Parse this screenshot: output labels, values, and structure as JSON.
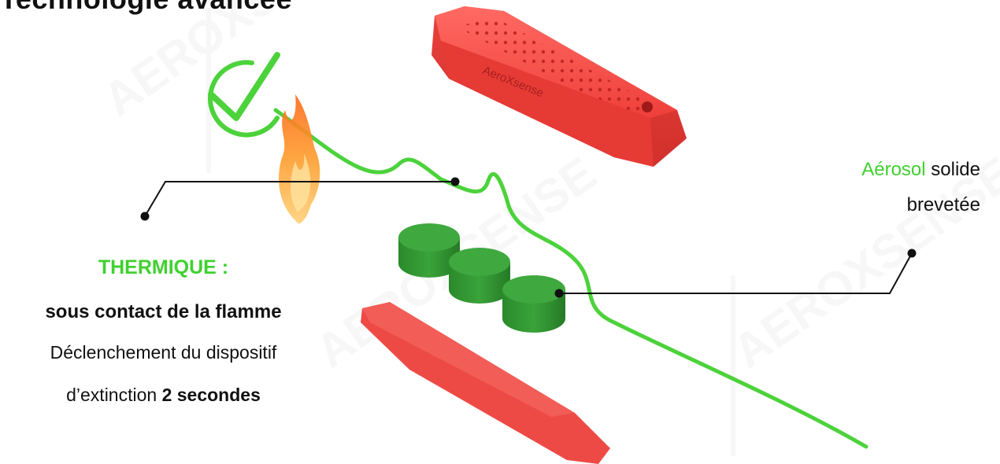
{
  "title": "Technologie avancée",
  "product_label": "AeroXsense",
  "watermark": "AEROXSENSE",
  "left_caption": {
    "heading": "THERMIQUE :",
    "line2": "sous contact de la flamme",
    "line3": "Déclenchement du dispositif",
    "line4_prefix": "d’extinction",
    "line4_bold": "2 secondes"
  },
  "right_caption": {
    "highlight": "Aérosol",
    "rest": "solide",
    "line2": "brevetée"
  },
  "colors": {
    "accent_green": "#3fd12f",
    "cable_green": "#4cd23b",
    "housing_red": "#f24a44",
    "pellet_green": "#2f8f2f",
    "text": "#111111"
  },
  "icons": [
    "check-circle-icon",
    "flame-icon"
  ]
}
